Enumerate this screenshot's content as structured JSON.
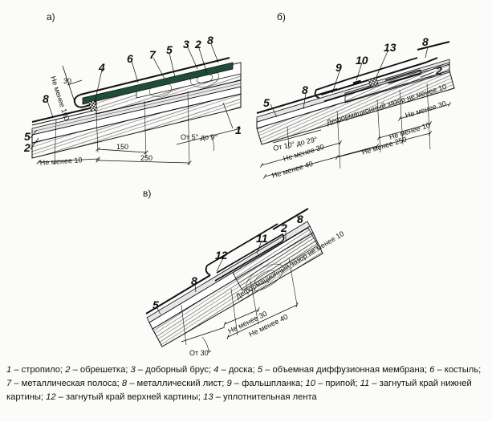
{
  "panels": [
    {
      "key": "a",
      "label": "а)"
    },
    {
      "key": "b",
      "label": "б)"
    },
    {
      "key": "v",
      "label": "в)"
    }
  ],
  "panel_a": {
    "callouts": [
      "8",
      "3",
      "2",
      "7",
      "6",
      "5",
      "4",
      "8",
      "5",
      "2",
      "1"
    ],
    "dims": {
      "min100_vertical": "Не менее 100",
      "thirty": "30",
      "angle": "От 5° до 9°",
      "d150": "150",
      "d250": "250",
      "min10": "Не менее 10"
    }
  },
  "panel_b": {
    "callouts": [
      "13",
      "8",
      "9",
      "10",
      "2",
      "5",
      "8"
    ],
    "dims": {
      "gap": "Деформационный зазор не менее 10",
      "min30_top": "Не менее 30",
      "min10": "Не менее 10",
      "angle": "От 10° до 29°",
      "min30": "Не менее 30",
      "min250": "Не менее 250",
      "min40": "Не менее 40"
    }
  },
  "panel_v": {
    "callouts": [
      "8",
      "2",
      "11",
      "12",
      "8",
      "5"
    ],
    "dims": {
      "gap": "Деформационный зазор не менее 10",
      "min30": "Не менее 30",
      "min40": "Не менее 40",
      "angle": "От 30°"
    }
  },
  "legend": [
    {
      "n": "1",
      "text": " – стропило; "
    },
    {
      "n": "2",
      "text": " – обрешетка; "
    },
    {
      "n": "3",
      "text": " – доборный брус; "
    },
    {
      "n": "4",
      "text": " – доска; "
    },
    {
      "n": "5",
      "text": " – объемная диффузионная мембрана; "
    },
    {
      "n": "6",
      "text": " – костыль; "
    },
    {
      "n": "7",
      "text": " – металлическая полоса; "
    },
    {
      "n": "8",
      "text": " – металлический лист; "
    },
    {
      "n": "9",
      "text": " – фальшпланка; "
    },
    {
      "n": "10",
      "text": " – припой; "
    },
    {
      "n": "11",
      "text": " – загнутый край нижней картины; "
    },
    {
      "n": "12",
      "text": " – загнутый край верхней картины; "
    },
    {
      "n": "13",
      "text": " – уплотнительная лента"
    }
  ]
}
